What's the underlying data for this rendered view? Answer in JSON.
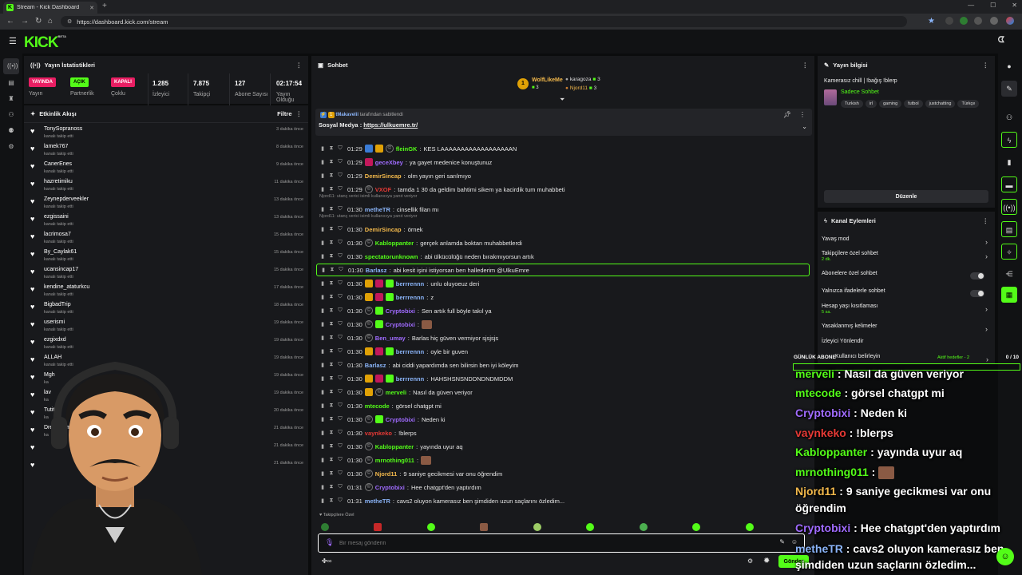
{
  "browser": {
    "tab_title": "Stream - Kick Dashboard",
    "url": "https://dashboard.kick.com/stream"
  },
  "brand": {
    "logo": "KICK",
    "logo_sup": "BETA",
    "accent": "#53fc18"
  },
  "stats": {
    "title": "Yayın İstatistikleri",
    "items": [
      {
        "badge": "YAYINDA",
        "label": "Yayın",
        "color": "#e91e63"
      },
      {
        "badge": "AÇIK",
        "label": "Partnerlik",
        "color": "#53fc18"
      },
      {
        "badge": "KAPALI",
        "label": "Çoklu",
        "color": "#e91e63"
      },
      {
        "value": "1.285",
        "label": "İzleyici"
      },
      {
        "value": "7.875",
        "label": "Takipçi"
      },
      {
        "value": "127",
        "label": "Abone Sayısı"
      },
      {
        "value": "02:17:54",
        "label": "Yayın Olduğu"
      }
    ]
  },
  "activity": {
    "title": "Etkinlik Akışı",
    "filter": "Filtre",
    "items": [
      {
        "name": "TonySopranoss",
        "sub": "kanalı takip etti",
        "time": "3 dakika önce"
      },
      {
        "name": "lamek767",
        "sub": "kanalı takip etti",
        "time": "8 dakika önce"
      },
      {
        "name": "CanerEnes",
        "sub": "kanalı takip etti",
        "time": "9 dakika önce"
      },
      {
        "name": "hazretimiku",
        "sub": "kanalı takip etti",
        "time": "11 dakika önce"
      },
      {
        "name": "Zeynepderveekler",
        "sub": "kanalı takip etti",
        "time": "13 dakika önce"
      },
      {
        "name": "ezgissaini",
        "sub": "kanalı takip etti",
        "time": "13 dakika önce"
      },
      {
        "name": "lacrimosa7",
        "sub": "kanalı takip etti",
        "time": "15 dakika önce"
      },
      {
        "name": "By_Caylak61",
        "sub": "kanalı takip etti",
        "time": "15 dakika önce"
      },
      {
        "name": "ucansincap17",
        "sub": "kanalı takip etti",
        "time": "15 dakika önce"
      },
      {
        "name": "kendine_ataturkcu",
        "sub": "kanalı takip etti",
        "time": "17 dakika önce"
      },
      {
        "name": "BigbadTrip",
        "sub": "kanalı takip etti",
        "time": "18 dakika önce"
      },
      {
        "name": "userismi",
        "sub": "kanalı takip etti",
        "time": "19 dakika önce"
      },
      {
        "name": "ezgixdxd",
        "sub": "kanalı takip etti",
        "time": "19 dakika önce"
      },
      {
        "name": "ALLAH",
        "sub": "kanalı takip etti",
        "time": "19 dakika önce"
      },
      {
        "name": "Mgh",
        "sub": "ka",
        "time": "19 dakika önce"
      },
      {
        "name": "lav",
        "sub": "ka",
        "time": "19 dakika önce"
      },
      {
        "name": "Tutitoo",
        "sub": "ka",
        "time": "20 dakika önce"
      },
      {
        "name": "DreamArm",
        "sub": "ka",
        "time": "21 dakika önce"
      },
      {
        "name": "",
        "sub": "",
        "time": "21 dakika önce"
      },
      {
        "name": "",
        "sub": "",
        "time": "21 dakika önce"
      }
    ]
  },
  "chat": {
    "title": "Sohbet",
    "top_gifters": [
      {
        "name": "WolfLikeMe",
        "count": "3"
      },
      {
        "name": "karagoza",
        "count": "3"
      },
      {
        "name": "Njord11",
        "count": "3"
      }
    ],
    "pinned": {
      "by": "tMakavelii",
      "by_suffix": "tarafından sabitlendi",
      "text": "Sosyal Medya : ",
      "link": "https://ulkuemre.tr/"
    },
    "messages": [
      {
        "time": "01:29",
        "user": "fleinGK",
        "color": "#53fc18",
        "text": "KES LAAAAAAAAAAAAAAAAAAN",
        "badges": [
          "#3a7bd5",
          "#e0a106",
          "c"
        ]
      },
      {
        "time": "01:29",
        "user": "geceXbey",
        "color": "#a06bff",
        "text": "ya gayet medenice konuştunuz",
        "badges": [
          "#c2185b"
        ]
      },
      {
        "time": "01:29",
        "user": "DemirSincap",
        "color": "#f2b84b",
        "text": "olm yayın geri sarılmıyo",
        "badges": []
      },
      {
        "time": "01:29",
        "user": "VXOF",
        "color": "#e53935",
        "text": "tamda 1 30 da geldim bahtimi sikem ya kacirdik tum muhabbeti",
        "badges": [
          "c"
        ]
      },
      {
        "reply": "Njord11: utanç verici isimli kullanıcıya yanıt veriyor"
      },
      {
        "time": "01:30",
        "user": "metheTR",
        "color": "#8ab4f8",
        "text": "cinsellik filan mı",
        "badges": []
      },
      {
        "reply": "Njord11: utanç verici isimli kullanıcıya yanıt veriyor"
      },
      {
        "time": "01:30",
        "user": "DemirSincap",
        "color": "#f2b84b",
        "text": "örnek",
        "badges": []
      },
      {
        "time": "01:30",
        "user": "Kabloppanter",
        "color": "#53fc18",
        "text": "gerçek anlamda boktan muhabbetlerdi",
        "badges": [
          "c"
        ]
      },
      {
        "time": "01:30",
        "user": "spectatorunknown",
        "color": "#53fc18",
        "text": "abi ülkücülüğü neden bırakmıyorsun artık",
        "badges": []
      },
      {
        "time": "01:30",
        "user": "Barlasz",
        "color": "#8ab4f8",
        "text": "abi kesit işini istiyorsan ben hallederim @UlkuEmre",
        "badges": [],
        "highlight": true
      },
      {
        "time": "01:30",
        "user": "berrrennn",
        "color": "#8ab4f8",
        "text": "unlu oluyoeuz deri",
        "badges": [
          "#e0a106",
          "#c2185b",
          "#53fc18"
        ]
      },
      {
        "time": "01:30",
        "user": "berrrennn",
        "color": "#8ab4f8",
        "text": "z",
        "badges": [
          "#e0a106",
          "#c2185b",
          "#53fc18"
        ]
      },
      {
        "time": "01:30",
        "user": "Cryptobixi",
        "color": "#a06bff",
        "text": "Sen artık full böyle takıl ya",
        "badges": [
          "c",
          "#53fc18"
        ]
      },
      {
        "time": "01:30",
        "user": "Cryptobixi",
        "color": "#a06bff",
        "text": "",
        "badges": [
          "c",
          "#53fc18"
        ],
        "emote": true
      },
      {
        "time": "01:30",
        "user": "Ben_umay",
        "color": "#a06bff",
        "text": "Barlas hiç güven vermiyor sjsjsjs",
        "badges": [
          "c"
        ]
      },
      {
        "time": "01:30",
        "user": "berrrennn",
        "color": "#8ab4f8",
        "text": "oyle bir guven",
        "badges": [
          "#e0a106",
          "#c2185b",
          "#53fc18"
        ]
      },
      {
        "time": "01:30",
        "user": "Barlasz",
        "color": "#8ab4f8",
        "text": "abi ciddi yapardımda sen bilirsin ben iyi köleyim",
        "badges": []
      },
      {
        "time": "01:30",
        "user": "berrrennn",
        "color": "#8ab4f8",
        "text": "HAHSHSNSNDDNDNDMDDM",
        "badges": [
          "#e0a106",
          "#c2185b",
          "#53fc18"
        ]
      },
      {
        "time": "01:30",
        "user": "merveli",
        "color": "#53fc18",
        "text": "Nasıl da güven veriyor",
        "badges": [
          "#e0a106",
          "c"
        ]
      },
      {
        "time": "01:30",
        "user": "mtecode",
        "color": "#53fc18",
        "text": "görsel chatgpt mi",
        "badges": []
      },
      {
        "time": "01:30",
        "user": "Cryptobixi",
        "color": "#a06bff",
        "text": "Neden ki",
        "badges": [
          "c",
          "#53fc18"
        ]
      },
      {
        "time": "01:30",
        "user": "vaynkeko",
        "color": "#e53935",
        "text": "!blerps",
        "badges": []
      },
      {
        "time": "01:30",
        "user": "Kabloppanter",
        "color": "#53fc18",
        "text": "yayında uyur aq",
        "badges": [
          "c"
        ]
      },
      {
        "time": "01:30",
        "user": "mrnothing011",
        "color": "#53fc18",
        "text": "",
        "badges": [
          "c"
        ],
        "emote": true
      },
      {
        "time": "01:30",
        "user": "Njord11",
        "color": "#f2b84b",
        "text": "9 saniye gecikmesi var onu öğrendim",
        "badges": [
          "c"
        ]
      },
      {
        "time": "01:31",
        "user": "Cryptobixi",
        "color": "#a06bff",
        "text": "Hee chatgpt'den yaptırdım",
        "badges": [
          "c"
        ]
      },
      {
        "time": "01:31",
        "user": "metheTR",
        "color": "#8ab4f8",
        "text": "cavs2 oluyon kamerasız ben şimdiden uzun saçlarını özledim...",
        "badges": []
      }
    ],
    "followers_only": "Takipçilere Özel",
    "input_placeholder": "Bir mesaj gönderin",
    "send_label": "Gönder"
  },
  "stream_info": {
    "title": "Yayın bilgisi",
    "stream_title": "Kamerasız chill | !bağış !blerp",
    "category": "Sadece Sohbet",
    "tags": [
      "Turkish",
      "irl",
      "gaming",
      "futbol",
      "justchatting",
      "Türkçe"
    ],
    "edit_label": "Düzenle"
  },
  "channel_actions": {
    "title": "Kanal Eylemleri",
    "items": [
      {
        "label": "Yavaş mod",
        "type": "chevron"
      },
      {
        "label": "Takipçilere özel sohbet",
        "sub": "2 dk.",
        "type": "chevron"
      },
      {
        "label": "Abonelere özel sohbet",
        "type": "toggle"
      },
      {
        "label": "Yalnızca ifadelerle sohbet",
        "type": "toggle"
      },
      {
        "label": "Hesap yaşı kısıtlaması",
        "sub": "5 sa.",
        "type": "chevron"
      },
      {
        "label": "Yasaklanmış kelimeler",
        "type": "chevron"
      },
      {
        "label": "İzleyici Yönlendir",
        "type": "none"
      },
      {
        "label": "Kullanıcı belirleyin",
        "type": "chevron"
      }
    ]
  },
  "daily_goal": {
    "label": "GÜNLÜK ABONE",
    "status": "Aktif hedefler - 2",
    "count": "0 / 10"
  },
  "overlay_chat": [
    {
      "user": "merveli",
      "color": "#53fc18",
      "text": "Nasıl da güven veriyor"
    },
    {
      "user": "mtecode",
      "color": "#53fc18",
      "text": "görsel chatgpt mi"
    },
    {
      "user": "Cryptobixi",
      "color": "#a06bff",
      "text": "Neden ki"
    },
    {
      "user": "vaynkeko",
      "color": "#e53935",
      "text": "!blerps"
    },
    {
      "user": "Kabloppanter",
      "color": "#53fc18",
      "text": "yayında uyur aq"
    },
    {
      "user": "mrnothing011",
      "color": "#53fc18",
      "text": ""
    },
    {
      "user": "Njord11",
      "color": "#f2b84b",
      "text": "9 saniye gecikmesi var onu"
    },
    {
      "user": "",
      "color": "#ffffff",
      "text": "öğrendim"
    },
    {
      "user": "Cryptobixi",
      "color": "#a06bff",
      "text": "Hee chatgpt'den yaptırdım"
    },
    {
      "user": "metheTR",
      "color": "#8ab4f8",
      "text": "cavs2 oluyon kamerasız ben"
    },
    {
      "user": "",
      "color": "#ffffff",
      "text": "şimdiden uzun saçlarını özledim..."
    }
  ]
}
